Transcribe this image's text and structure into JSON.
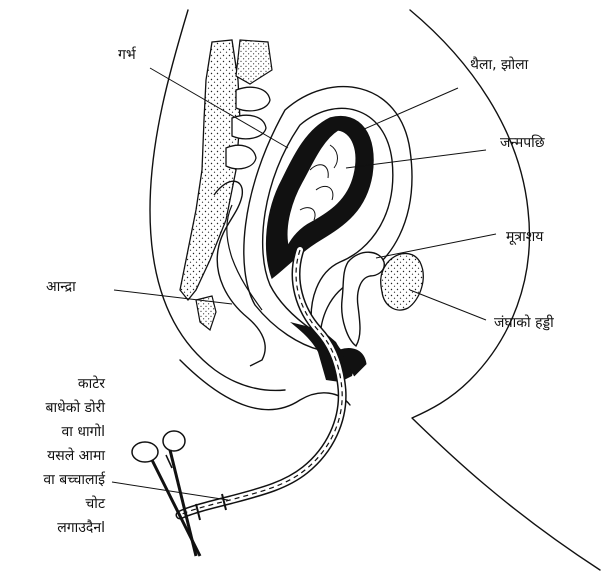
{
  "labels": {
    "uterus": "गर्भ",
    "sac": "थैला, झोला",
    "placenta": "जन्मपछि",
    "bladder": "मूत्राशय",
    "intestine": "आन्द्रा",
    "pubic_bone": "जंघाको हड्डी"
  },
  "note_lines": [
    "काटेर",
    "बाधेको डोरी",
    "वा धागोl",
    "यसले आमा",
    "वा बच्चालाई",
    "चोट",
    "लगाउदैनl"
  ],
  "colors": {
    "ink": "#111111",
    "paper": "#ffffff"
  },
  "icons": {
    "scissors": "scissors-icon"
  }
}
